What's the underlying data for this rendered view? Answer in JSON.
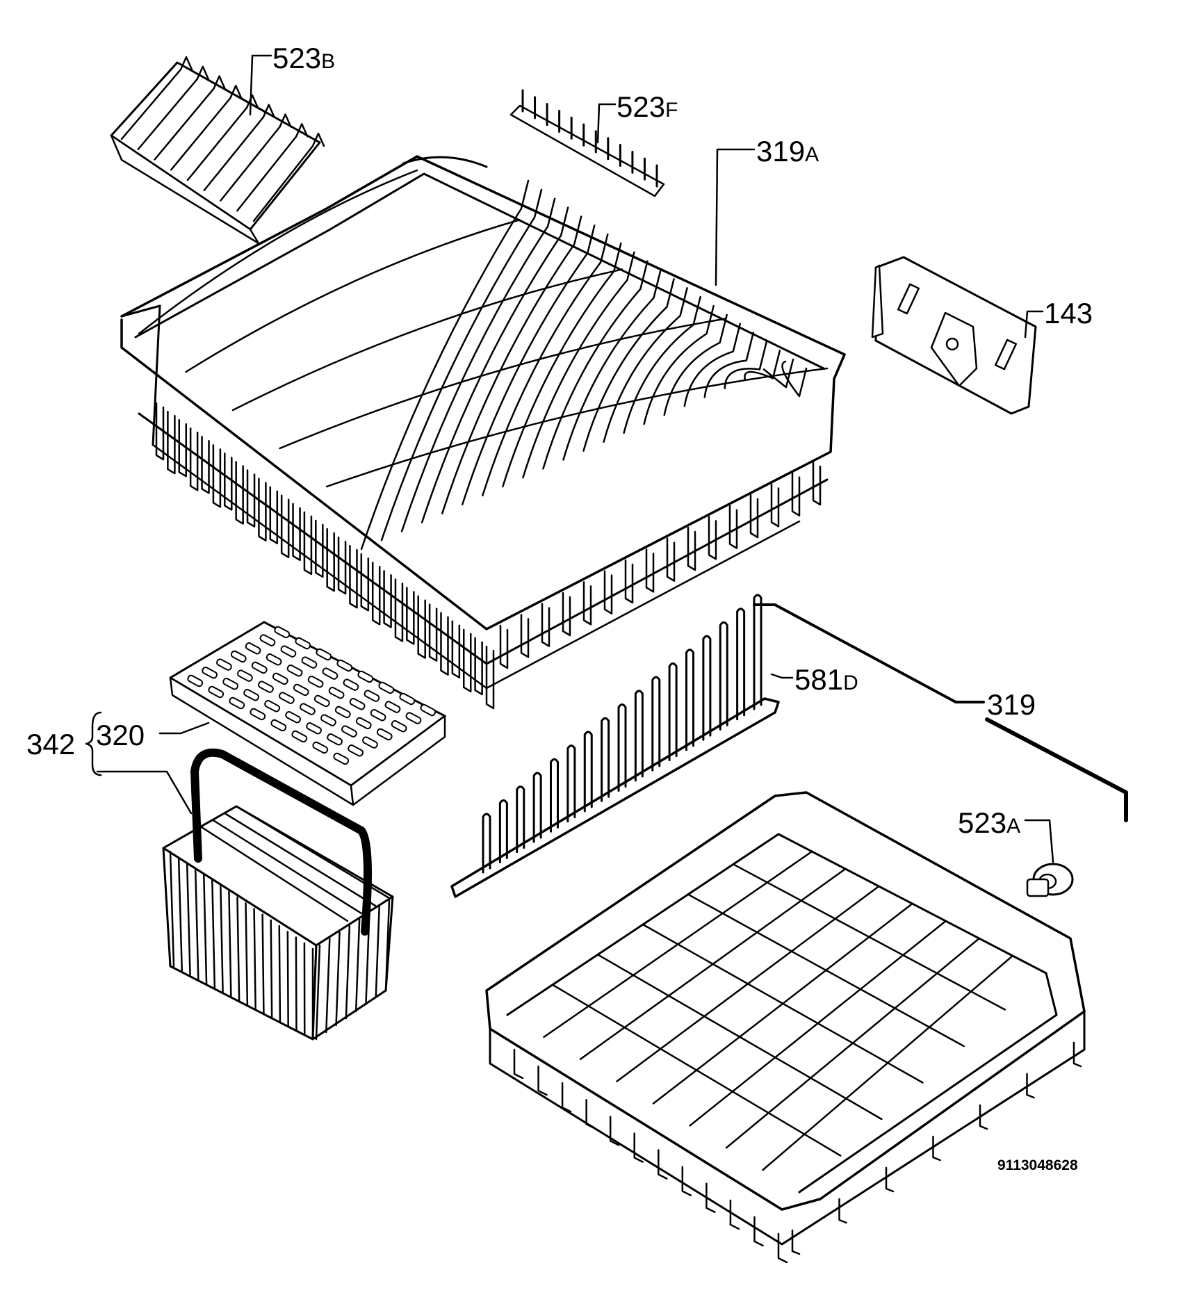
{
  "labels": {
    "l523b": {
      "num": "523",
      "suffix": "B"
    },
    "l523f": {
      "num": "523",
      "suffix": "F"
    },
    "l319a": {
      "num": "319",
      "suffix": "A"
    },
    "l143": {
      "num": "143"
    },
    "l581d": {
      "num": "581",
      "suffix": "D"
    },
    "l319": {
      "num": "319"
    },
    "l342": {
      "num": "342"
    },
    "l320": {
      "num": "320"
    },
    "l523a": {
      "num": "523",
      "suffix": "A"
    }
  },
  "doc_code": "9113048628",
  "colors": {
    "ink": "#000000",
    "paper": "#ffffff"
  }
}
